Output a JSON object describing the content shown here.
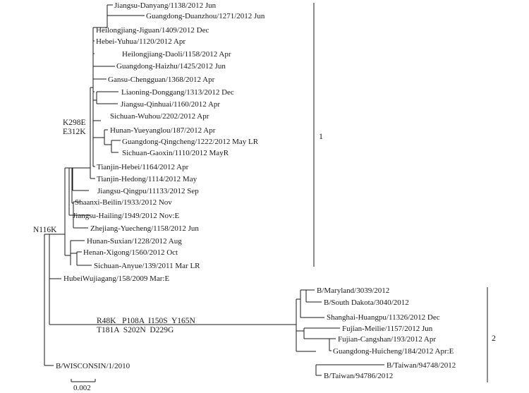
{
  "tree": {
    "taxa": [
      {
        "id": "t1",
        "label": "Jiangsu-Danyang/1138/2012 Jun"
      },
      {
        "id": "t2",
        "label": "Guangdong-Duanzhou/1271/2012 Jun"
      },
      {
        "id": "t3",
        "label": "Heilongjiang-Jiguan/1409/2012 Dec"
      },
      {
        "id": "t4",
        "label": "Hebei-Yuhua/1120/2012 Apr"
      },
      {
        "id": "t5",
        "label": "Heilongjiang-Daoli/1158/2012 Apr"
      },
      {
        "id": "t6",
        "label": "Guangdong-Haizhu/1425/2012 Jun"
      },
      {
        "id": "t7",
        "label": "Gansu-Chengguan/1368/2012 Apr"
      },
      {
        "id": "t8",
        "label": "Liaoning-Donggang/1313/2012 Dec"
      },
      {
        "id": "t9",
        "label": "Jiangsu-Qinhuai/1160/2012 Apr"
      },
      {
        "id": "t10",
        "label": "Sichuan-Wuhou/2202/2012 Apr"
      },
      {
        "id": "t11",
        "label": "Hunan-Yueyanglou/187/2012 Apr"
      },
      {
        "id": "t12",
        "label": "Guangdong-Qingcheng/1222/2012 May LR"
      },
      {
        "id": "t13",
        "label": "Sichuan-Gaoxin/1110/2012 MayR"
      },
      {
        "id": "t14",
        "label": "Tianjin-Hebei/1164/2012 Apr"
      },
      {
        "id": "t15",
        "label": "Tianjin-Hedong/1114/2012 May"
      },
      {
        "id": "t16",
        "label": "Jiangsu-Qingpu/11133/2012 Sep"
      },
      {
        "id": "t17",
        "label": "Shaanxi-Beilin/1933/2012 Nov"
      },
      {
        "id": "t18",
        "label": "Jiangsu-Hailing/1949/2012 Nov:E"
      },
      {
        "id": "t19",
        "label": "Zhejiang-Yuecheng/1158/2012 Jun"
      },
      {
        "id": "t20",
        "label": "Hunan-Suxian/1228/2012 Aug"
      },
      {
        "id": "t21",
        "label": "Henan-Xigong/1560/2012 Oct"
      },
      {
        "id": "t22",
        "label": "Sichuan-Anyue/139/2011 Mar LR"
      },
      {
        "id": "t23",
        "label": "HubeiWujiagang/158/2009 Mar:E"
      },
      {
        "id": "t24",
        "label": "B/Maryland/3039/2012"
      },
      {
        "id": "t25",
        "label": "B/South Dakota/3040/2012"
      },
      {
        "id": "t26",
        "label": "Shanghai-Huangpu/11326/2012 Dec"
      },
      {
        "id": "t27",
        "label": "Fujian-Meilie/1157/2012 Jun"
      },
      {
        "id": "t28",
        "label": "Fujian-Cangshan/193/2012 Apr"
      },
      {
        "id": "t29",
        "label": "Guangdong-Huicheng/184/2012 Apr:E"
      },
      {
        "id": "t30",
        "label": "B/Taiwan/94748/2012"
      },
      {
        "id": "t31",
        "label": "B/Taiwan/94786/2012"
      },
      {
        "id": "t32",
        "label": "B/WISCONSIN/1/2010"
      }
    ],
    "mutations": {
      "k298e": "K298E",
      "e312k": "E312K",
      "n116k": "N116K",
      "clade2_line1": "R48K   P108A  I150S  Y165N",
      "clade2_line2": "T181A  S202N  D229G"
    },
    "clades": {
      "clade1": "1",
      "clade2": "2"
    },
    "scale_bar": "0.002"
  }
}
